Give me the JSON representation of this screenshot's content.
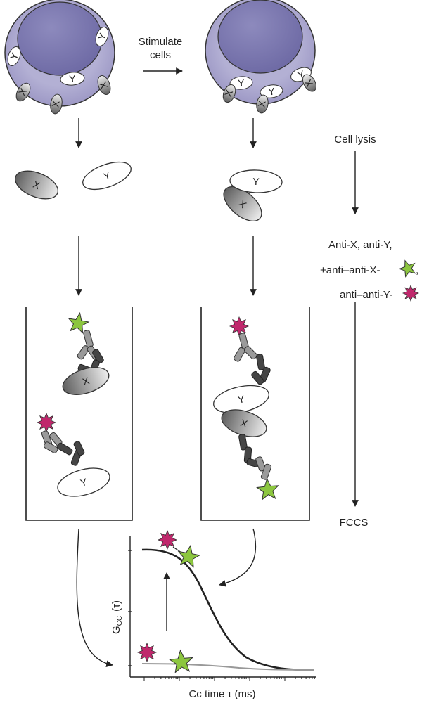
{
  "steps": {
    "stimulate_line1": "Stimulate",
    "stimulate_line2": "cells",
    "cell_lysis": "Cell lysis",
    "reagents_line1": "Anti-X, anti-Y,",
    "reagents_line2": "+anti–anti-X-",
    "reagents_line2_suffix": ",",
    "reagents_line3": "anti–anti-Y-",
    "fccs": "FCCS"
  },
  "molecules": {
    "x": "X",
    "y": "Y"
  },
  "plot": {
    "ylabel_main": "G",
    "ylabel_sub": "CC",
    "ylabel_arg": "(τ)",
    "xlabel": "Cc time τ (ms)"
  },
  "colors": {
    "cell": "#a9a6cc",
    "nucleus": "#7f7cb2",
    "green_fluor": "#8cc63f",
    "magenta_fluor": "#c0286c",
    "antibody_light": "#9a9a9a",
    "antibody_dark": "#454545"
  },
  "icons": {
    "green_star": "green-fluorophore-star-icon",
    "magenta_burst": "magenta-fluorophore-burst-icon"
  }
}
